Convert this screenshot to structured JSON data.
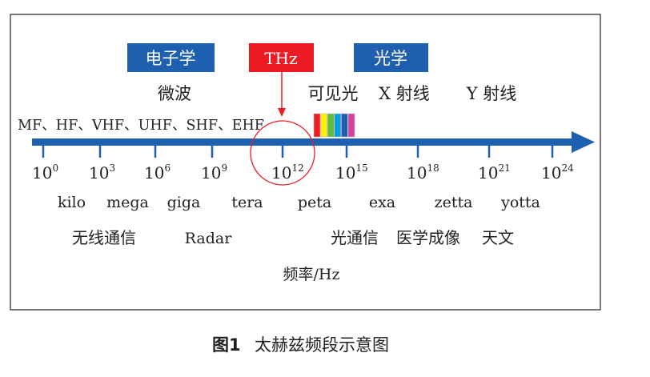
{
  "boxes": {
    "electronics": "电子学",
    "thz": "THz",
    "optics": "光学"
  },
  "bands": {
    "microwave": "微波",
    "visible": "可见光",
    "xray": "X 射线",
    "gamma": "Y 射线",
    "radio": "MF、HF、VHF、UHF、SHF、EHF"
  },
  "ticks": [
    {
      "base": "10",
      "exp": "0",
      "prefix": "kilo"
    },
    {
      "base": "10",
      "exp": "3",
      "prefix": "mega"
    },
    {
      "base": "10",
      "exp": "6",
      "prefix": "giga"
    },
    {
      "base": "10",
      "exp": "9",
      "prefix": "tera"
    },
    {
      "base": "10",
      "exp": "12",
      "prefix": "peta"
    },
    {
      "base": "10",
      "exp": "15",
      "prefix": "exa"
    },
    {
      "base": "10",
      "exp": "18",
      "prefix": "zetta"
    },
    {
      "base": "10",
      "exp": "21",
      "prefix": "yotta"
    },
    {
      "base": "10",
      "exp": "24",
      "prefix": ""
    }
  ],
  "applications": {
    "wireless": "无线通信",
    "radar": "Radar",
    "optical_comm": "光通信",
    "medical": "医学成像",
    "astronomy": "天文"
  },
  "axis_label": "频率/Hz",
  "caption": {
    "number": "图1",
    "title": "太赫兹频段示意图"
  },
  "colors": {
    "blue": "#1f5fb0",
    "red": "#ed1c24",
    "rainbow": [
      "#ed1c24",
      "#fff200",
      "#5bbf3a",
      "#00a0e0",
      "#1f5fb0",
      "#d63fa0"
    ]
  }
}
